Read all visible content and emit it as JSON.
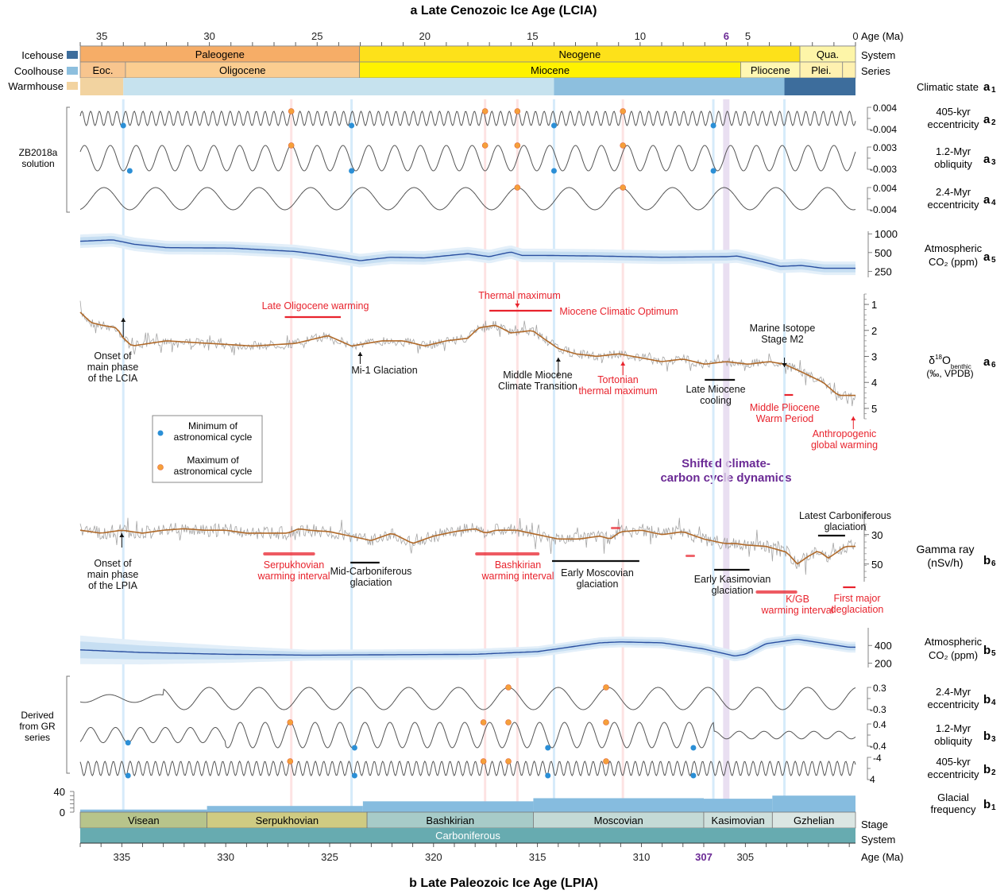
{
  "chart_data": [
    {
      "panel": "a",
      "type": "line",
      "title": "a  Late Cenozoic Ice Age (LCIA)",
      "xlabel": "Age (Ma)",
      "xlim": [
        36,
        0
      ],
      "xticks": [
        35,
        30,
        25,
        20,
        15,
        10,
        6,
        5,
        0
      ],
      "highlight_tick": 6,
      "timescale": {
        "row_labels": [
          "System",
          "Series"
        ],
        "system": [
          {
            "name": "Paleogene",
            "from": 36,
            "to": 23.03,
            "color": "#f6ad67"
          },
          {
            "name": "Neogene",
            "from": 23.03,
            "to": 2.58,
            "color": "#fde11a"
          },
          {
            "name": "Qua.",
            "from": 2.58,
            "to": 0,
            "color": "#fdf5a8"
          }
        ],
        "series": [
          {
            "name": "Eoc.",
            "from": 36,
            "to": 33.9,
            "color": "#f8c58e"
          },
          {
            "name": "Oligocene",
            "from": 33.9,
            "to": 23.03,
            "color": "#fbcd90"
          },
          {
            "name": "Miocene",
            "from": 23.03,
            "to": 5.33,
            "color": "#fff200"
          },
          {
            "name": "Pliocene",
            "from": 5.33,
            "to": 2.58,
            "color": "#fff7b2"
          },
          {
            "name": "Plei.",
            "from": 2.58,
            "to": 0.6,
            "color": "#fff1b0"
          },
          {
            "name": "",
            "from": 0.6,
            "to": 0,
            "color": "#fff1b0"
          }
        ]
      },
      "climatic_state": {
        "label": "Climatic state",
        "panel_id": "a1",
        "segments": [
          {
            "state": "Warmhouse",
            "from": 36,
            "to": 34
          },
          {
            "state": "Coolhouse (light)",
            "from": 34,
            "to": 14
          },
          {
            "state": "Coolhouse",
            "from": 14,
            "to": 3.3
          },
          {
            "state": "Icehouse",
            "from": 3.3,
            "to": 0
          }
        ]
      },
      "astro_series": [
        {
          "panel_id": "a2",
          "name": "405-kyr eccentricity",
          "label1": "405-kyr",
          "label2": "eccentricity",
          "period_ma": 0.405,
          "yticks": [
            "0.004",
            "-0.004"
          ],
          "minima": [
            34.0,
            23.4,
            14.0,
            6.6
          ],
          "maxima": [
            26.2,
            17.2,
            15.7,
            10.8
          ]
        },
        {
          "panel_id": "a3",
          "name": "1.2-Myr obliquity",
          "label1": "1.2-Myr",
          "label2": "obliquity",
          "period_ma": 1.2,
          "yticks": [
            "0.003",
            "-0.003"
          ],
          "minima": [
            33.7,
            23.4,
            14.0,
            6.6
          ],
          "maxima": [
            26.2,
            17.2,
            15.7,
            10.8
          ]
        },
        {
          "panel_id": "a4",
          "name": "2.4-Myr eccentricity",
          "label1": "2.4-Myr",
          "label2": "eccentricity",
          "period_ma": 2.4,
          "yticks": [
            "0.004",
            "-0.004"
          ],
          "minima": [],
          "maxima": [
            15.7,
            10.8
          ]
        }
      ],
      "solution_label": [
        "ZB2018a",
        "solution"
      ],
      "co2": {
        "panel_id": "a5",
        "label1": "Atmospheric",
        "label2": "CO₂ (ppm)",
        "yticks": [
          1000,
          500,
          250
        ],
        "ylim": [
          200,
          1100
        ],
        "log": true,
        "x": [
          36,
          34.5,
          33.5,
          32,
          29,
          26,
          23,
          21.6,
          20,
          18,
          17,
          16,
          15.5,
          14.5,
          12,
          9,
          6,
          5.5,
          3.5,
          2.5,
          1.5,
          0
        ],
        "values": [
          760,
          800,
          680,
          600,
          590,
          520,
          370,
          420,
          410,
          480,
          430,
          510,
          450,
          450,
          440,
          420,
          430,
          440,
          300,
          310,
          280,
          280
        ]
      },
      "d18o": {
        "panel_id": "a6",
        "label_main": "δ",
        "label_sup": "18",
        "label_o": "O",
        "label_sub": "benthic",
        "label2": "(‰, VPDB)",
        "yticks": [
          1,
          2,
          3,
          4,
          5
        ],
        "ylim": [
          0.6,
          5.4
        ],
        "inverted": true,
        "x": [
          36,
          35.5,
          35,
          34.3,
          34,
          33.6,
          32,
          30,
          28,
          26,
          24.5,
          23.4,
          22,
          21,
          20,
          19,
          18,
          17.5,
          16.7,
          16,
          15,
          14.5,
          13.8,
          13,
          12,
          11,
          9,
          8,
          7,
          6,
          5,
          4,
          3.3,
          2.5,
          1.5,
          0.8,
          0.2
        ],
        "values": [
          1.3,
          1.7,
          1.8,
          1.9,
          2.3,
          2.6,
          2.4,
          2.5,
          2.6,
          2.5,
          2.2,
          2.6,
          2.4,
          2.4,
          2.6,
          2.4,
          2.3,
          1.9,
          1.8,
          2.1,
          2.0,
          2.3,
          2.7,
          2.9,
          3.0,
          2.9,
          3.2,
          3.1,
          3.3,
          3.2,
          3.3,
          3.2,
          3.3,
          3.6,
          4.0,
          4.5,
          4.5
        ]
      },
      "annotations": [
        {
          "text": [
            "Onset of",
            "main phase",
            "of the LCIA"
          ],
          "x": 34.0,
          "color": "black"
        },
        {
          "text": [
            "Late Oligocene warming"
          ],
          "from": 26.5,
          "to": 23.9,
          "color": "red"
        },
        {
          "text": [
            "Mi-1 Glaciation"
          ],
          "x": 23.0,
          "color": "black"
        },
        {
          "text": [
            "Thermal maximum"
          ],
          "x": 15.7,
          "color": "red"
        },
        {
          "text": [
            "Miocene Climatic Optimum"
          ],
          "from": 17.0,
          "to": 14.1,
          "color": "red"
        },
        {
          "text": [
            "Middle Miocene",
            "Climate Transition"
          ],
          "x": 13.8,
          "color": "black"
        },
        {
          "text": [
            "Tortonian",
            "thermal maximum"
          ],
          "x": 10.8,
          "color": "red"
        },
        {
          "text": [
            "Late Miocene",
            "cooling"
          ],
          "from": 7.0,
          "to": 5.6,
          "color": "black"
        },
        {
          "text": [
            "Marine Isotope",
            "Stage M2"
          ],
          "x": 3.3,
          "color": "black"
        },
        {
          "text": [
            "Middle Pliocene",
            "Warm Period"
          ],
          "from": 3.3,
          "to": 2.9,
          "color": "red"
        },
        {
          "text": [
            "Anthropogenic",
            "global warming"
          ],
          "x": 0.1,
          "color": "red"
        }
      ]
    },
    {
      "panel": "b",
      "type": "line",
      "title": "b  Late Paleozoic Ice Age (LPIA)",
      "xlabel": "Age (Ma)",
      "xlim": [
        337,
        299.7
      ],
      "xticks": [
        335,
        330,
        325,
        320,
        315,
        310,
        307,
        305
      ],
      "highlight_tick": 307,
      "gamma_ray": {
        "panel_id": "b6",
        "label1": "Gamma ray",
        "label2": "(nSv/h)",
        "yticks": [
          30,
          50
        ],
        "ylim": [
          15,
          62
        ],
        "inverted": true,
        "x": [
          337,
          336,
          335,
          334,
          333,
          332,
          331,
          330,
          329,
          328,
          327,
          326.5,
          326,
          325,
          324,
          323,
          322,
          321,
          320,
          319,
          318,
          317.5,
          317,
          316,
          315,
          314,
          313,
          312,
          311.5,
          311,
          310,
          309,
          308,
          307,
          306,
          305.5,
          305,
          304,
          303,
          302.5,
          302,
          301.5,
          301,
          300.2
        ],
        "values": [
          27,
          29,
          27,
          29,
          27,
          26,
          27,
          27,
          29,
          29,
          29,
          26,
          27,
          28,
          31,
          34,
          29,
          36,
          31,
          28,
          26,
          29,
          27,
          27,
          30,
          33,
          33,
          31,
          33,
          28,
          27,
          30,
          28,
          33,
          36,
          36,
          37,
          38,
          42,
          50,
          45,
          41,
          46,
          38
        ]
      },
      "co2": {
        "panel_id": "b5",
        "label1": "Atmospheric",
        "label2": "CO₂ (ppm)",
        "yticks": [
          400,
          200
        ],
        "ylim": [
          150,
          600
        ],
        "x": [
          337,
          334,
          330,
          326,
          322,
          318,
          315,
          312,
          311,
          309,
          307,
          305.5,
          305,
          304,
          302.5,
          300
        ],
        "values": [
          350,
          320,
          300,
          290,
          295,
          300,
          330,
          430,
          440,
          430,
          360,
          280,
          300,
          420,
          470,
          380
        ]
      },
      "astro_series": [
        {
          "panel_id": "b4",
          "name": "2.4-Myr eccentricity",
          "label1": "2.4-Myr",
          "label2": "eccentricity",
          "period_ma": 2.4,
          "yticks": [
            "0.3",
            "-0.3"
          ],
          "minima": [],
          "maxima": [
            316.4,
            311.7
          ]
        },
        {
          "panel_id": "b3",
          "name": "1.2-Myr obliquity",
          "label1": "1.2-Myr",
          "label2": "obliquity",
          "period_ma": 1.2,
          "yticks": [
            "0.4",
            "-0.4"
          ],
          "minima": [
            334.7,
            323.8,
            314.5,
            307.5
          ],
          "maxima": [
            326.9,
            317.6,
            316.4,
            311.7
          ]
        },
        {
          "panel_id": "b2",
          "name": "405-kyr eccentricity",
          "label1": "405-kyr",
          "label2": "eccentricity",
          "period_ma": 0.405,
          "yticks": [
            "-4",
            "4"
          ],
          "minima": [
            334.7,
            323.8,
            314.5,
            307.5
          ],
          "maxima": [
            326.9,
            317.6,
            316.4,
            311.7
          ]
        }
      ],
      "derived_label": [
        "Derived",
        "from GR",
        "series"
      ],
      "glacial_frequency": {
        "panel_id": "b1",
        "label1": "Glacial",
        "label2": "frequency",
        "yticks": [
          40,
          0
        ],
        "ylim": [
          0,
          40
        ],
        "segments": [
          {
            "from": 337,
            "to": 330.9,
            "value": 5
          },
          {
            "from": 330.9,
            "to": 323.4,
            "value": 12
          },
          {
            "from": 323.4,
            "to": 315.2,
            "value": 21
          },
          {
            "from": 315.2,
            "to": 307.0,
            "value": 27
          },
          {
            "from": 307.0,
            "to": 303.7,
            "value": 26
          },
          {
            "from": 303.7,
            "to": 299.7,
            "value": 32
          }
        ]
      },
      "timescale": {
        "row_labels": [
          "Stage",
          "System"
        ],
        "stage": [
          {
            "name": "Visean",
            "from": 337,
            "to": 330.9,
            "color": "#b7c48b"
          },
          {
            "name": "Serpukhovian",
            "from": 330.9,
            "to": 323.2,
            "color": "#cfcb82"
          },
          {
            "name": "Bashkirian",
            "from": 323.2,
            "to": 315.2,
            "color": "#a7cbc8"
          },
          {
            "name": "Moscovian",
            "from": 315.2,
            "to": 307.0,
            "color": "#c4dad6"
          },
          {
            "name": "Kasimovian",
            "from": 307.0,
            "to": 303.7,
            "color": "#cfe0dc"
          },
          {
            "name": "Gzhelian",
            "from": 303.7,
            "to": 299.7,
            "color": "#dbe6e3"
          }
        ],
        "system": [
          {
            "name": "Carboniferous",
            "from": 337,
            "to": 299.7,
            "color": "#67abb0"
          }
        ]
      },
      "annotations": [
        {
          "text": [
            "Onset of",
            "main phase",
            "of the LPIA"
          ],
          "x": 335.0,
          "color": "black"
        },
        {
          "text": [
            "Serpukhovian",
            "warming interval"
          ],
          "from": 328.2,
          "to": 325.7,
          "color": "red"
        },
        {
          "text": [
            "Mid-Carboniferous",
            "glaciation"
          ],
          "from": 324.0,
          "to": 322.6,
          "color": "black"
        },
        {
          "text": [
            "Bashkirian",
            "warming interval"
          ],
          "from": 318.0,
          "to": 314.9,
          "color": "red"
        },
        {
          "text": [
            "Early Moscovian",
            "glaciation"
          ],
          "from": 314.3,
          "to": 310.1,
          "color": "black"
        },
        {
          "text": [
            "Early Kasimovian",
            "glaciation"
          ],
          "from": 306.5,
          "to": 304.8,
          "color": "black"
        },
        {
          "text": [
            "Latest Carboniferous",
            "glaciation"
          ],
          "from": 301.5,
          "to": 300.2,
          "color": "black"
        },
        {
          "text": [
            "K/GB",
            "warming interval"
          ],
          "from": 304.5,
          "to": 302.5,
          "color": "red"
        },
        {
          "text": [
            "First major",
            "deglaciation"
          ],
          "from": 300.3,
          "to": 299.7,
          "color": "red"
        }
      ]
    }
  ],
  "legend": {
    "placement": "left-middle",
    "items": [
      {
        "label1": "Minimum of",
        "label2": "astronomical cycle",
        "color": "#2b8fd6"
      },
      {
        "label1": "Maximum of",
        "label2": "astronomical cycle",
        "color": "#f5a03a"
      }
    ]
  },
  "climate_legend": [
    {
      "label": "Icehouse",
      "color": "#3d6d9c"
    },
    {
      "label": "Coolhouse",
      "color": "#8dbfde"
    },
    {
      "label": "Warmhouse",
      "color": "#f2d3a0"
    }
  ],
  "central_note": [
    "Shifted climate-",
    "carbon cycle dynamics"
  ],
  "colors": {
    "min_dot": "#2b8fd6",
    "max_dot": "#f5a03a",
    "co2_line": "#2a4fa0",
    "co2_band": "#cfe4f4",
    "proxy_raw": "#a5a5a5",
    "proxy_smooth": "#b06a2a",
    "red_annotation": "#e8232d",
    "purple": "#6b2a95"
  }
}
